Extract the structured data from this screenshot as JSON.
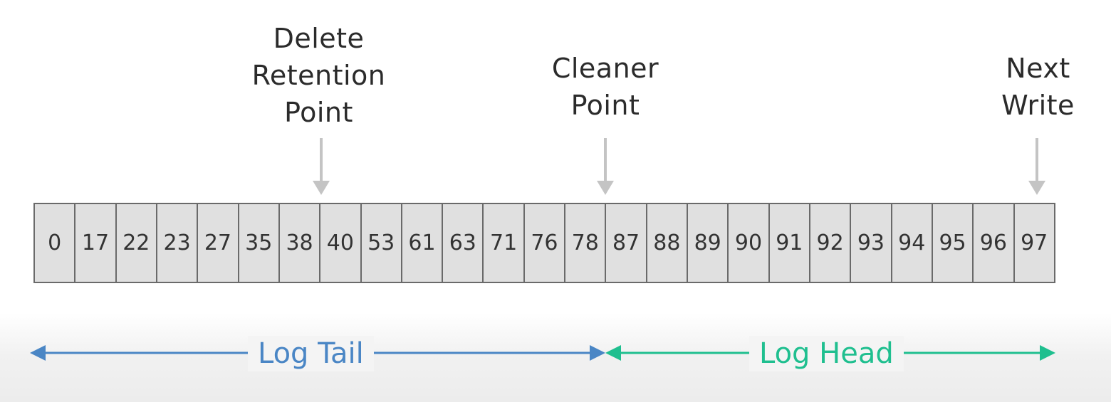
{
  "pointers": {
    "delete_retention": {
      "label": "Delete\nRetention\nPoint"
    },
    "cleaner": {
      "label": "Cleaner\nPoint"
    },
    "next_write": {
      "label": "Next\nWrite"
    }
  },
  "offsets": [
    "0",
    "17",
    "22",
    "23",
    "27",
    "35",
    "38",
    "40",
    "53",
    "61",
    "63",
    "71",
    "76",
    "78",
    "87",
    "88",
    "89",
    "90",
    "91",
    "92",
    "93",
    "94",
    "95",
    "96",
    "97"
  ],
  "spans": {
    "tail": {
      "label": "Log Tail",
      "color": "#4a86c5"
    },
    "head": {
      "label": "Log Head",
      "color": "#1fbf8f"
    }
  },
  "colors": {
    "pointer_arrow": "#c4c4c4"
  }
}
